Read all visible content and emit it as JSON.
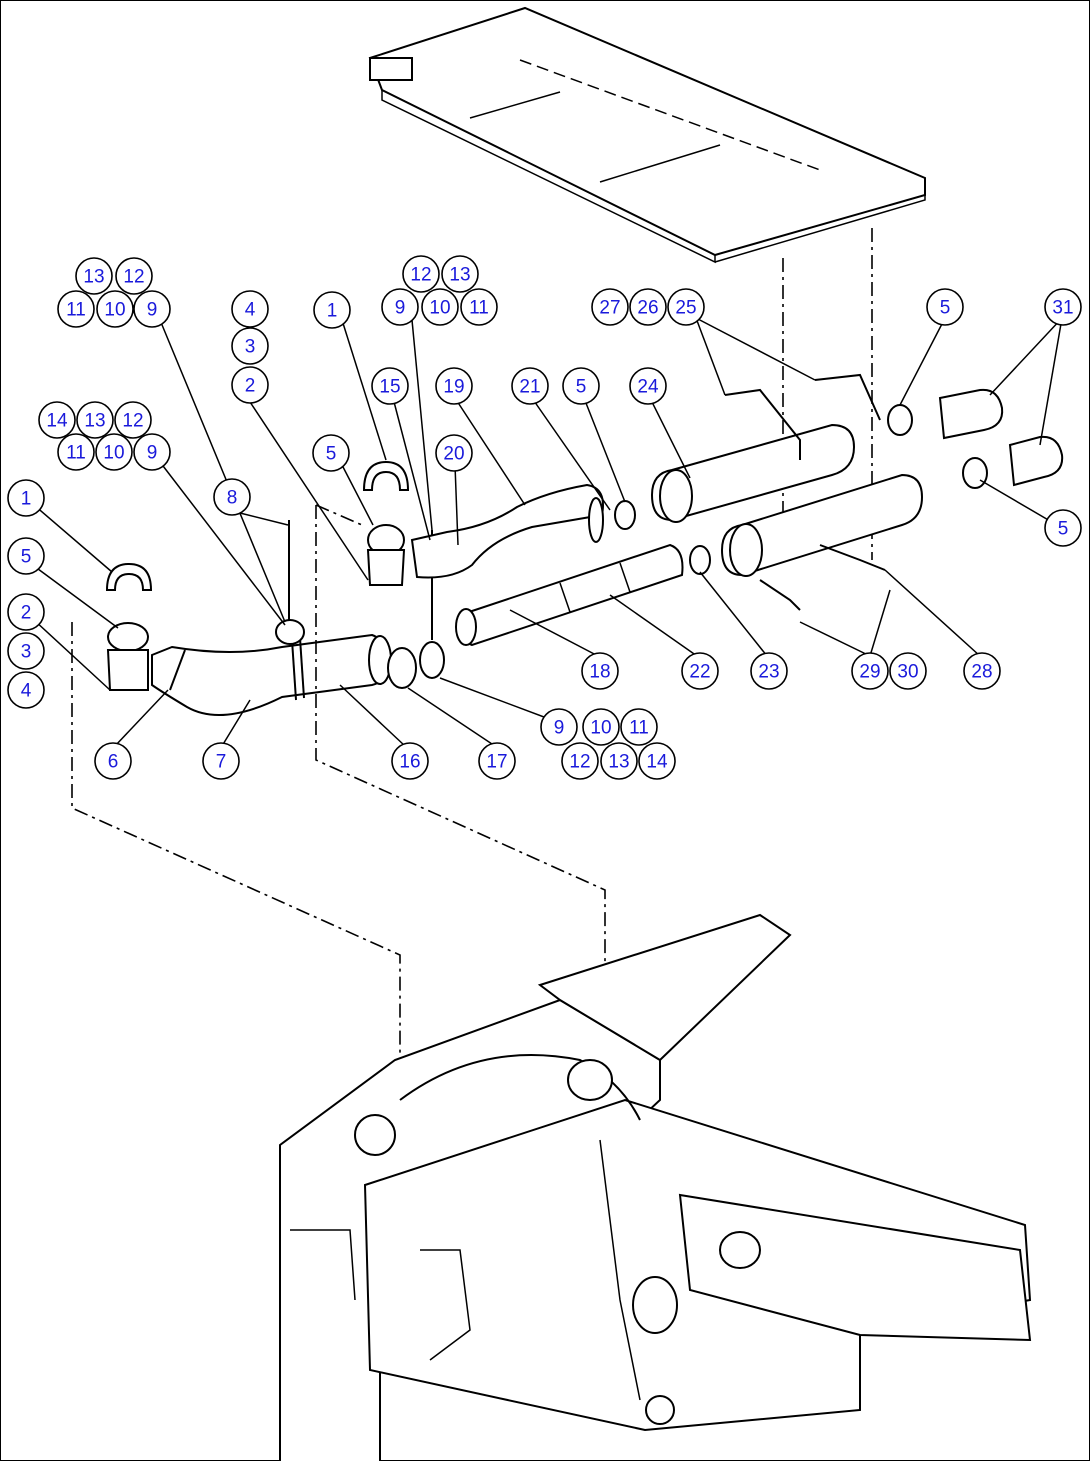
{
  "callouts": [
    {
      "n": "13"
    },
    {
      "n": "12"
    },
    {
      "n": "11"
    },
    {
      "n": "10"
    },
    {
      "n": "9"
    },
    {
      "n": "14"
    },
    {
      "n": "13"
    },
    {
      "n": "12"
    },
    {
      "n": "11"
    },
    {
      "n": "10"
    },
    {
      "n": "9"
    },
    {
      "n": "1"
    },
    {
      "n": "5"
    },
    {
      "n": "2"
    },
    {
      "n": "3"
    },
    {
      "n": "4"
    },
    {
      "n": "4"
    },
    {
      "n": "3"
    },
    {
      "n": "2"
    },
    {
      "n": "8"
    },
    {
      "n": "6"
    },
    {
      "n": "7"
    },
    {
      "n": "1"
    },
    {
      "n": "5"
    },
    {
      "n": "12"
    },
    {
      "n": "13"
    },
    {
      "n": "9"
    },
    {
      "n": "10"
    },
    {
      "n": "11"
    },
    {
      "n": "15"
    },
    {
      "n": "19"
    },
    {
      "n": "20"
    },
    {
      "n": "21"
    },
    {
      "n": "5"
    },
    {
      "n": "24"
    },
    {
      "n": "16"
    },
    {
      "n": "17"
    },
    {
      "n": "9"
    },
    {
      "n": "10"
    },
    {
      "n": "11"
    },
    {
      "n": "12"
    },
    {
      "n": "13"
    },
    {
      "n": "14"
    },
    {
      "n": "18"
    },
    {
      "n": "22"
    },
    {
      "n": "23"
    },
    {
      "n": "27"
    },
    {
      "n": "26"
    },
    {
      "n": "25"
    },
    {
      "n": "5"
    },
    {
      "n": "31"
    },
    {
      "n": "5"
    },
    {
      "n": "29"
    },
    {
      "n": "30"
    },
    {
      "n": "28"
    }
  ],
  "colors": {
    "callout_text": "#1a1adb",
    "line": "#000000",
    "background": "#ffffff"
  }
}
